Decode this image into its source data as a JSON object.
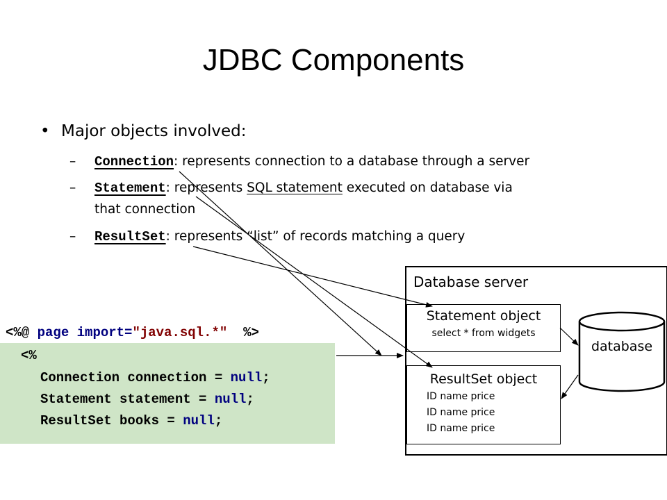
{
  "title": "JDBC Components",
  "bullets": {
    "main": "Major objects involved:",
    "items": [
      {
        "dash": "–",
        "term": "Connection",
        "text": ": represents connection to a database through a server"
      },
      {
        "dash": "–",
        "term": "Statement",
        "text_pre": ": represents ",
        "text_link": "SQL statement",
        "text_post": " executed on database via",
        "text_cont": "that connection"
      },
      {
        "dash": "–",
        "term": "ResultSet",
        "text": ": represents “list” of records matching a query"
      }
    ]
  },
  "server": {
    "label": "Database server",
    "statement_box": {
      "title": "Statement object",
      "sql": "select * from widgets"
    },
    "resultset_box": {
      "title": "ResultSet object",
      "rows": [
        "ID name price",
        "ID name price",
        "ID name price"
      ]
    },
    "database": "database"
  },
  "code": {
    "line0": {
      "open": "<%@",
      "kw": "page",
      "attr": "import=",
      "val": "\"java.sql.*\"",
      "close": "%>"
    },
    "line1": "<%",
    "line2": {
      "decl": "Connection connection = ",
      "null": "null",
      "end": ";"
    },
    "line3": {
      "decl": "Statement statement = ",
      "null": "null",
      "end": ";"
    },
    "line4": {
      "decl": "ResultSet books = ",
      "null": "null",
      "end": ";"
    }
  },
  "colors": {
    "code_bg": "#cfe5c7",
    "keyword": "#00007f",
    "string": "#800000"
  }
}
